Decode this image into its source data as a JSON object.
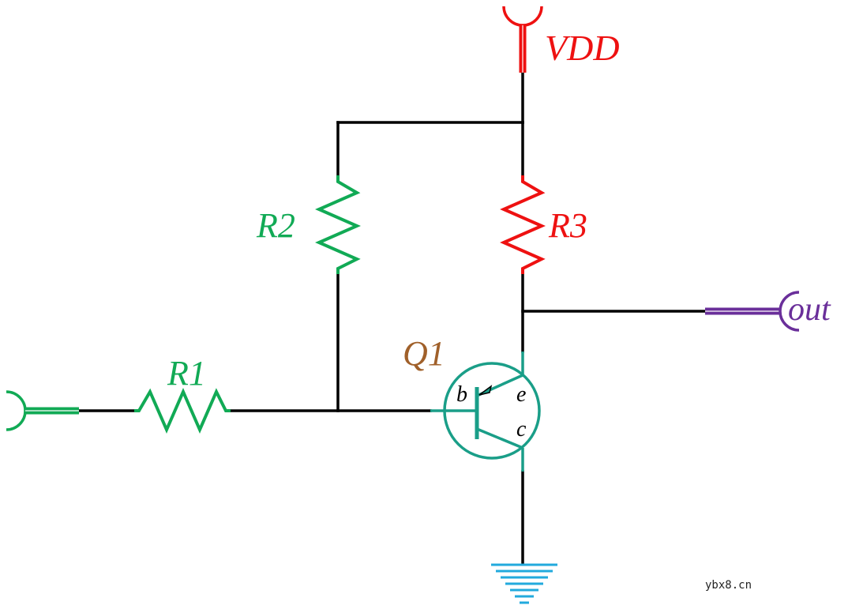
{
  "labels": {
    "vdd": "VDD",
    "out": "out",
    "r1": "R1",
    "r2": "R2",
    "r3": "R3",
    "q1": "Q1",
    "base_pin": "b",
    "emitter_pin": "e",
    "collector_pin": "c"
  },
  "watermark": "ybx8.cn",
  "colors": {
    "wire": "#000000",
    "vdd": "#ee1111",
    "r3": "#ee1111",
    "r1": "#11aa55",
    "r2": "#11aa55",
    "input_port": "#11aa55",
    "transistor": "#1a9e88",
    "q1_label": "#a0602a",
    "output_port": "#6a2f9a",
    "ground": "#22aadd",
    "watermark": "#222222"
  }
}
